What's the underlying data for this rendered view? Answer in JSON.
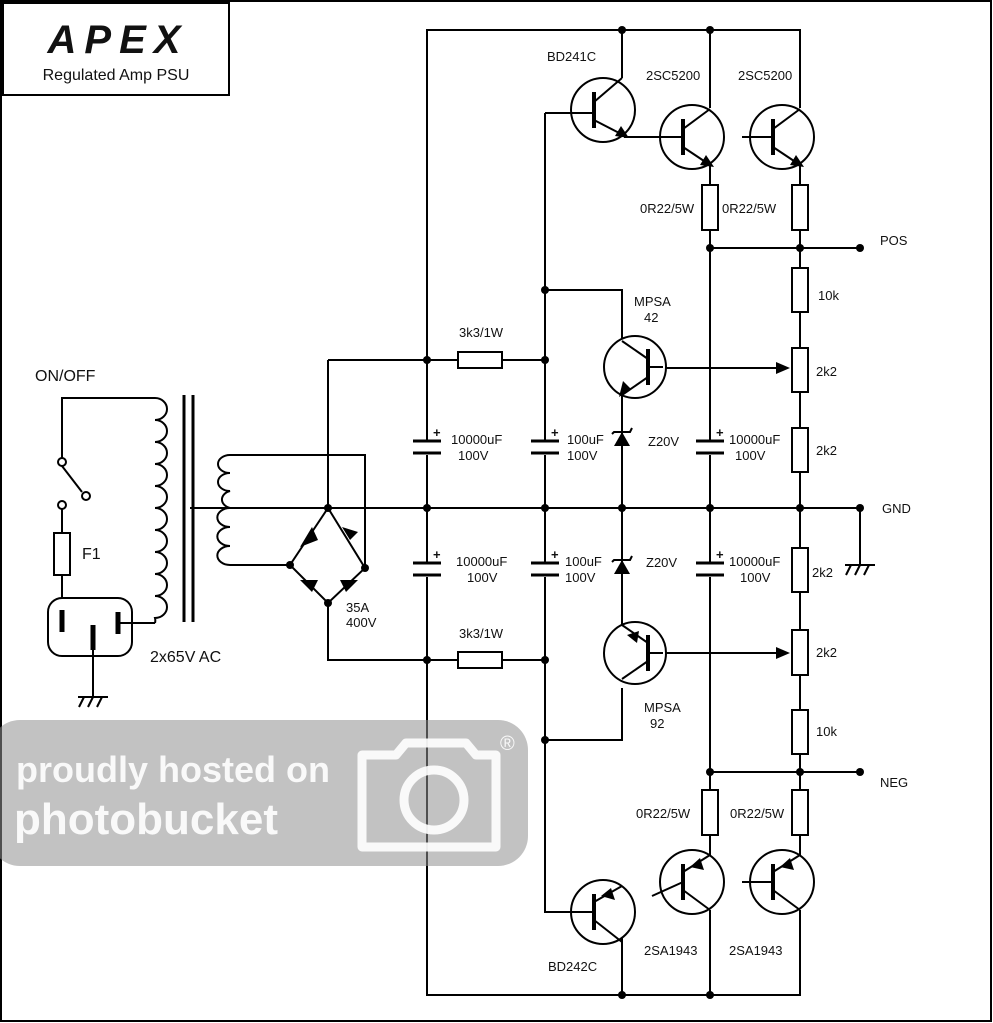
{
  "logo": {
    "brand": "APEX",
    "subtitle": "Regulated Amp PSU"
  },
  "labels": {
    "switch": "ON/OFF",
    "fuse": "F1",
    "transformer": "2x65V AC",
    "bridge": [
      "35A",
      "400V"
    ],
    "res_upper": "3k3/1W",
    "res_lower": "3k3/1W",
    "cap_main": [
      "10000uF",
      "100V"
    ],
    "cap_small": [
      "100uF",
      "100V"
    ],
    "zener": "Z20V",
    "q_drv_top": "BD241C",
    "q_pwr_top1": "2SC5200",
    "q_pwr_top2": "2SC5200",
    "q_drv_bot": "BD242C",
    "q_pwr_bot1": "2SA1943",
    "q_pwr_bot2": "2SA1943",
    "emitter_res": "0R22/5W",
    "mpsa_top": [
      "MPSA",
      "42"
    ],
    "mpsa_bot": [
      "MPSA",
      "92"
    ],
    "r10k": "10k",
    "r2k2": "2k2",
    "pos": "POS",
    "gnd": "GND",
    "neg": "NEG"
  },
  "watermark": {
    "line1": "proudly hosted on",
    "line2": "photobucket",
    "mark": "®"
  }
}
